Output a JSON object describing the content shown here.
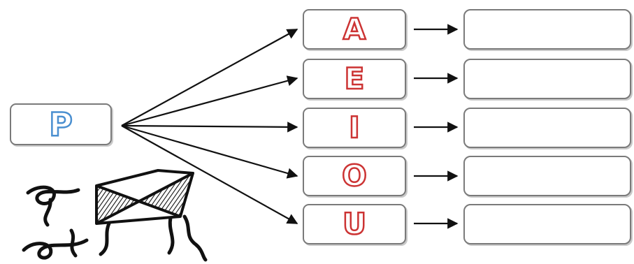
{
  "source": {
    "letter": "P",
    "color": "#4a8fd0"
  },
  "vowels": [
    {
      "letter": "A"
    },
    {
      "letter": "E"
    },
    {
      "letter": "I"
    },
    {
      "letter": "O"
    },
    {
      "letter": "U"
    }
  ],
  "vowel_color": "#cc3333",
  "answers": [
    "",
    "",
    "",
    "",
    ""
  ],
  "illustration": {
    "icon": "kite-icon"
  }
}
